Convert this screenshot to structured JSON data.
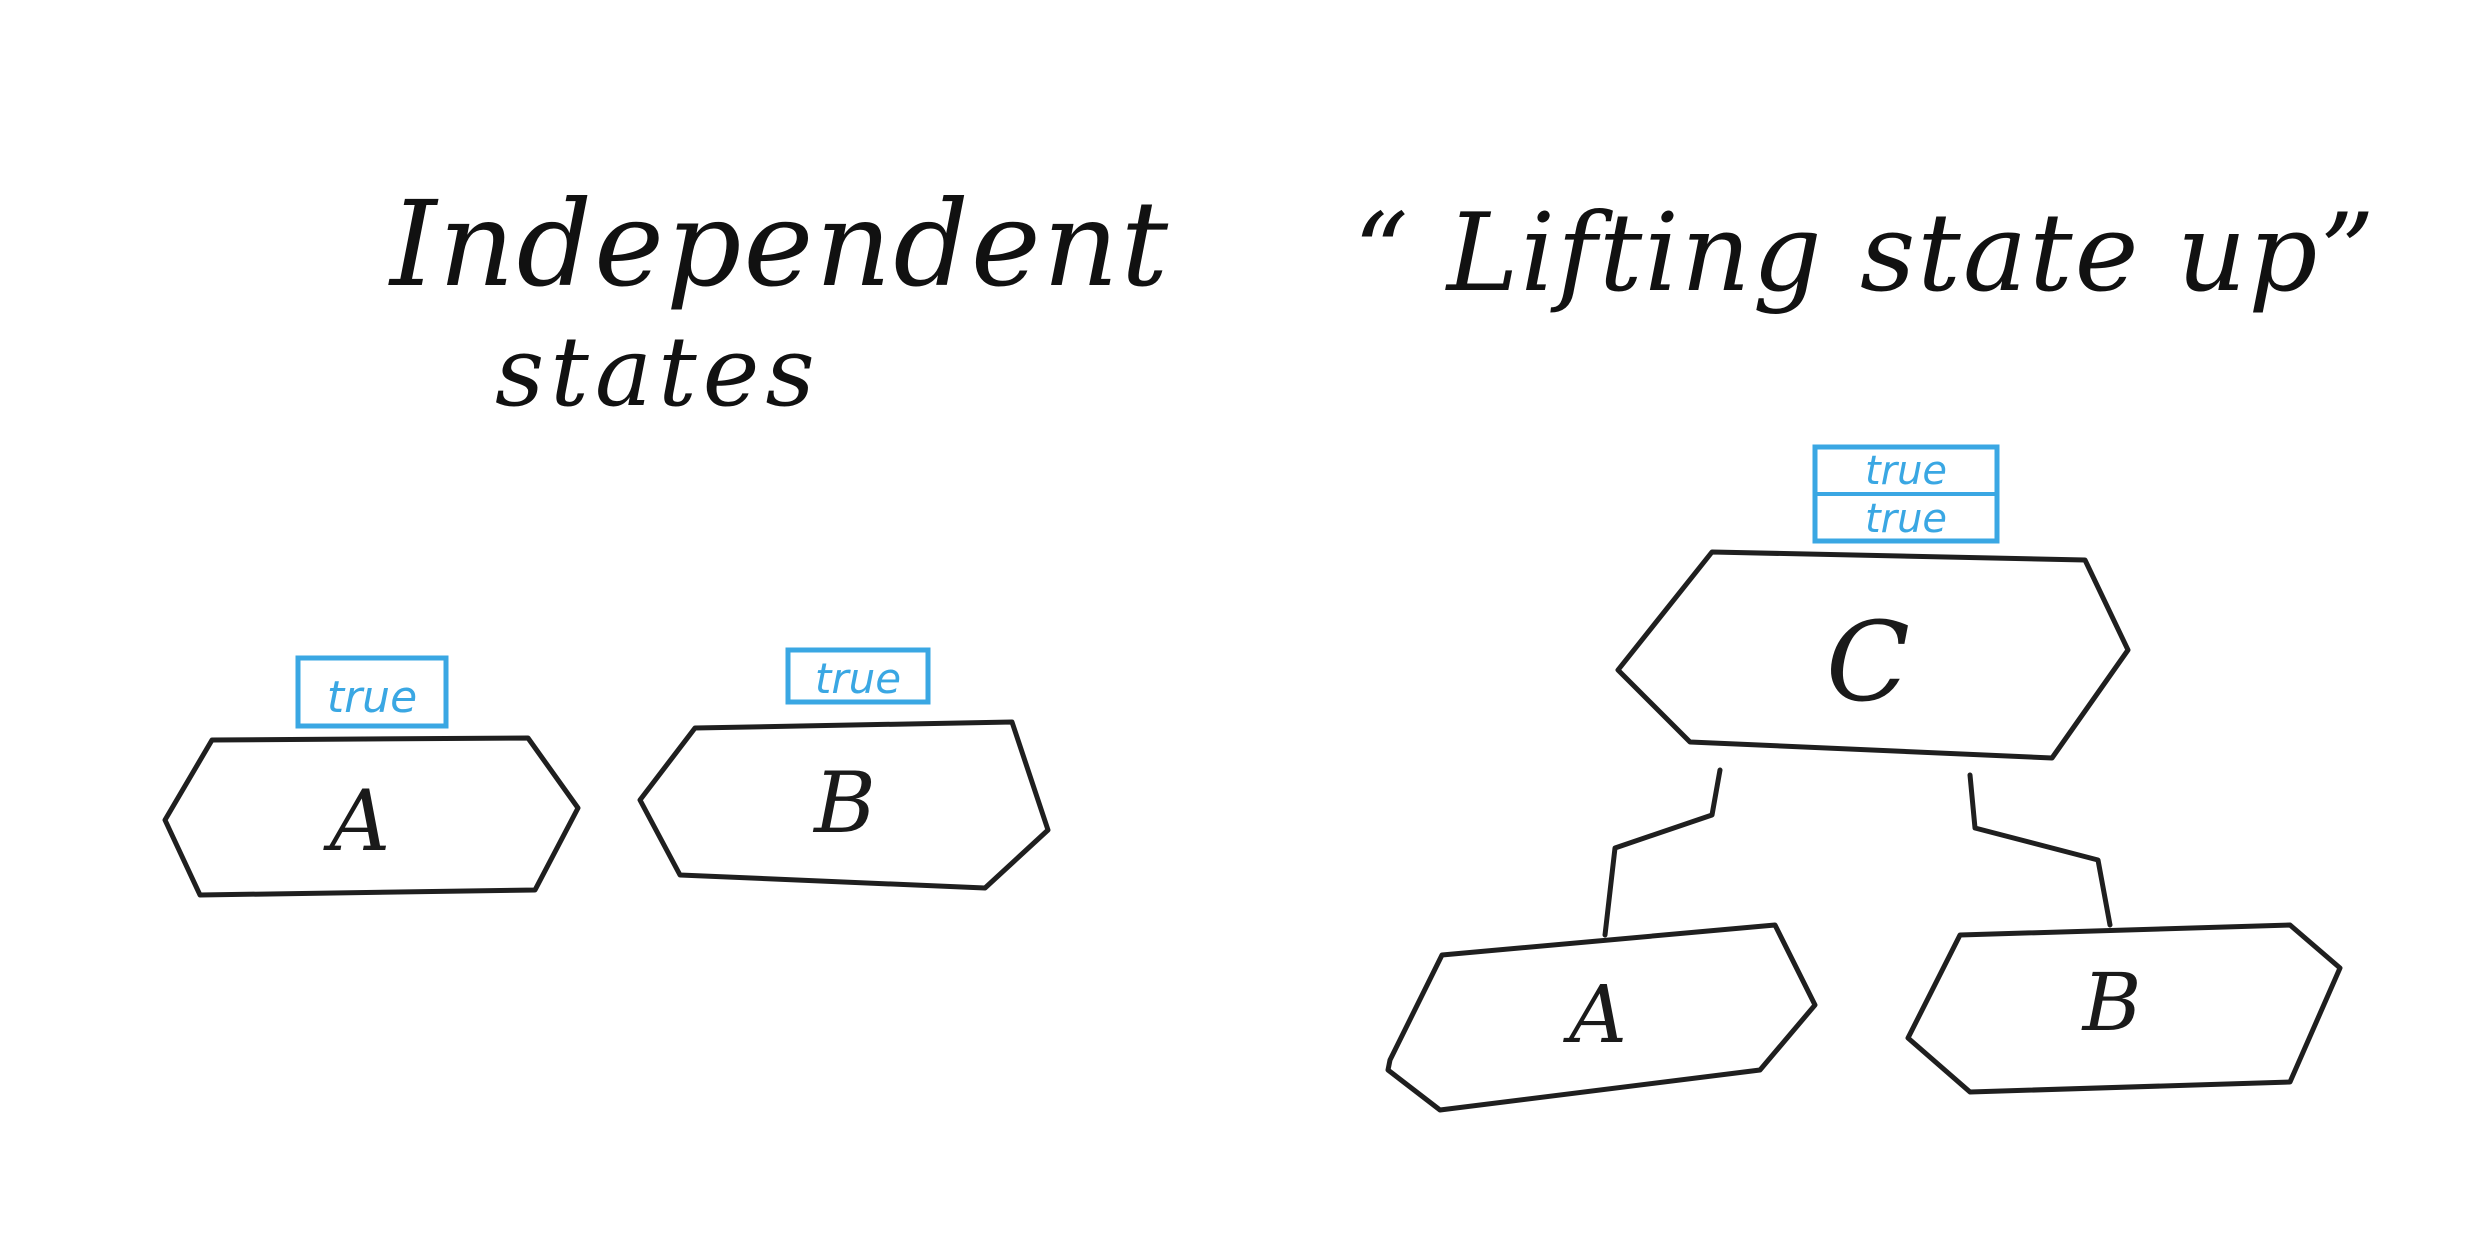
{
  "colors": {
    "ink": "#1f1f1f",
    "state_blue": "#3aa7e3",
    "background": "#ffffff"
  },
  "left_panel": {
    "title_line1": "Independent",
    "title_line2": "states",
    "nodes": [
      {
        "id": "A",
        "label": "A",
        "state": "true"
      },
      {
        "id": "B",
        "label": "B",
        "state": "true"
      }
    ]
  },
  "right_panel": {
    "title": "“ Lifting state up”",
    "parent": {
      "id": "C",
      "label": "C",
      "states": [
        "true",
        "true"
      ]
    },
    "children": [
      {
        "id": "A",
        "label": "A"
      },
      {
        "id": "B",
        "label": "B"
      }
    ]
  }
}
